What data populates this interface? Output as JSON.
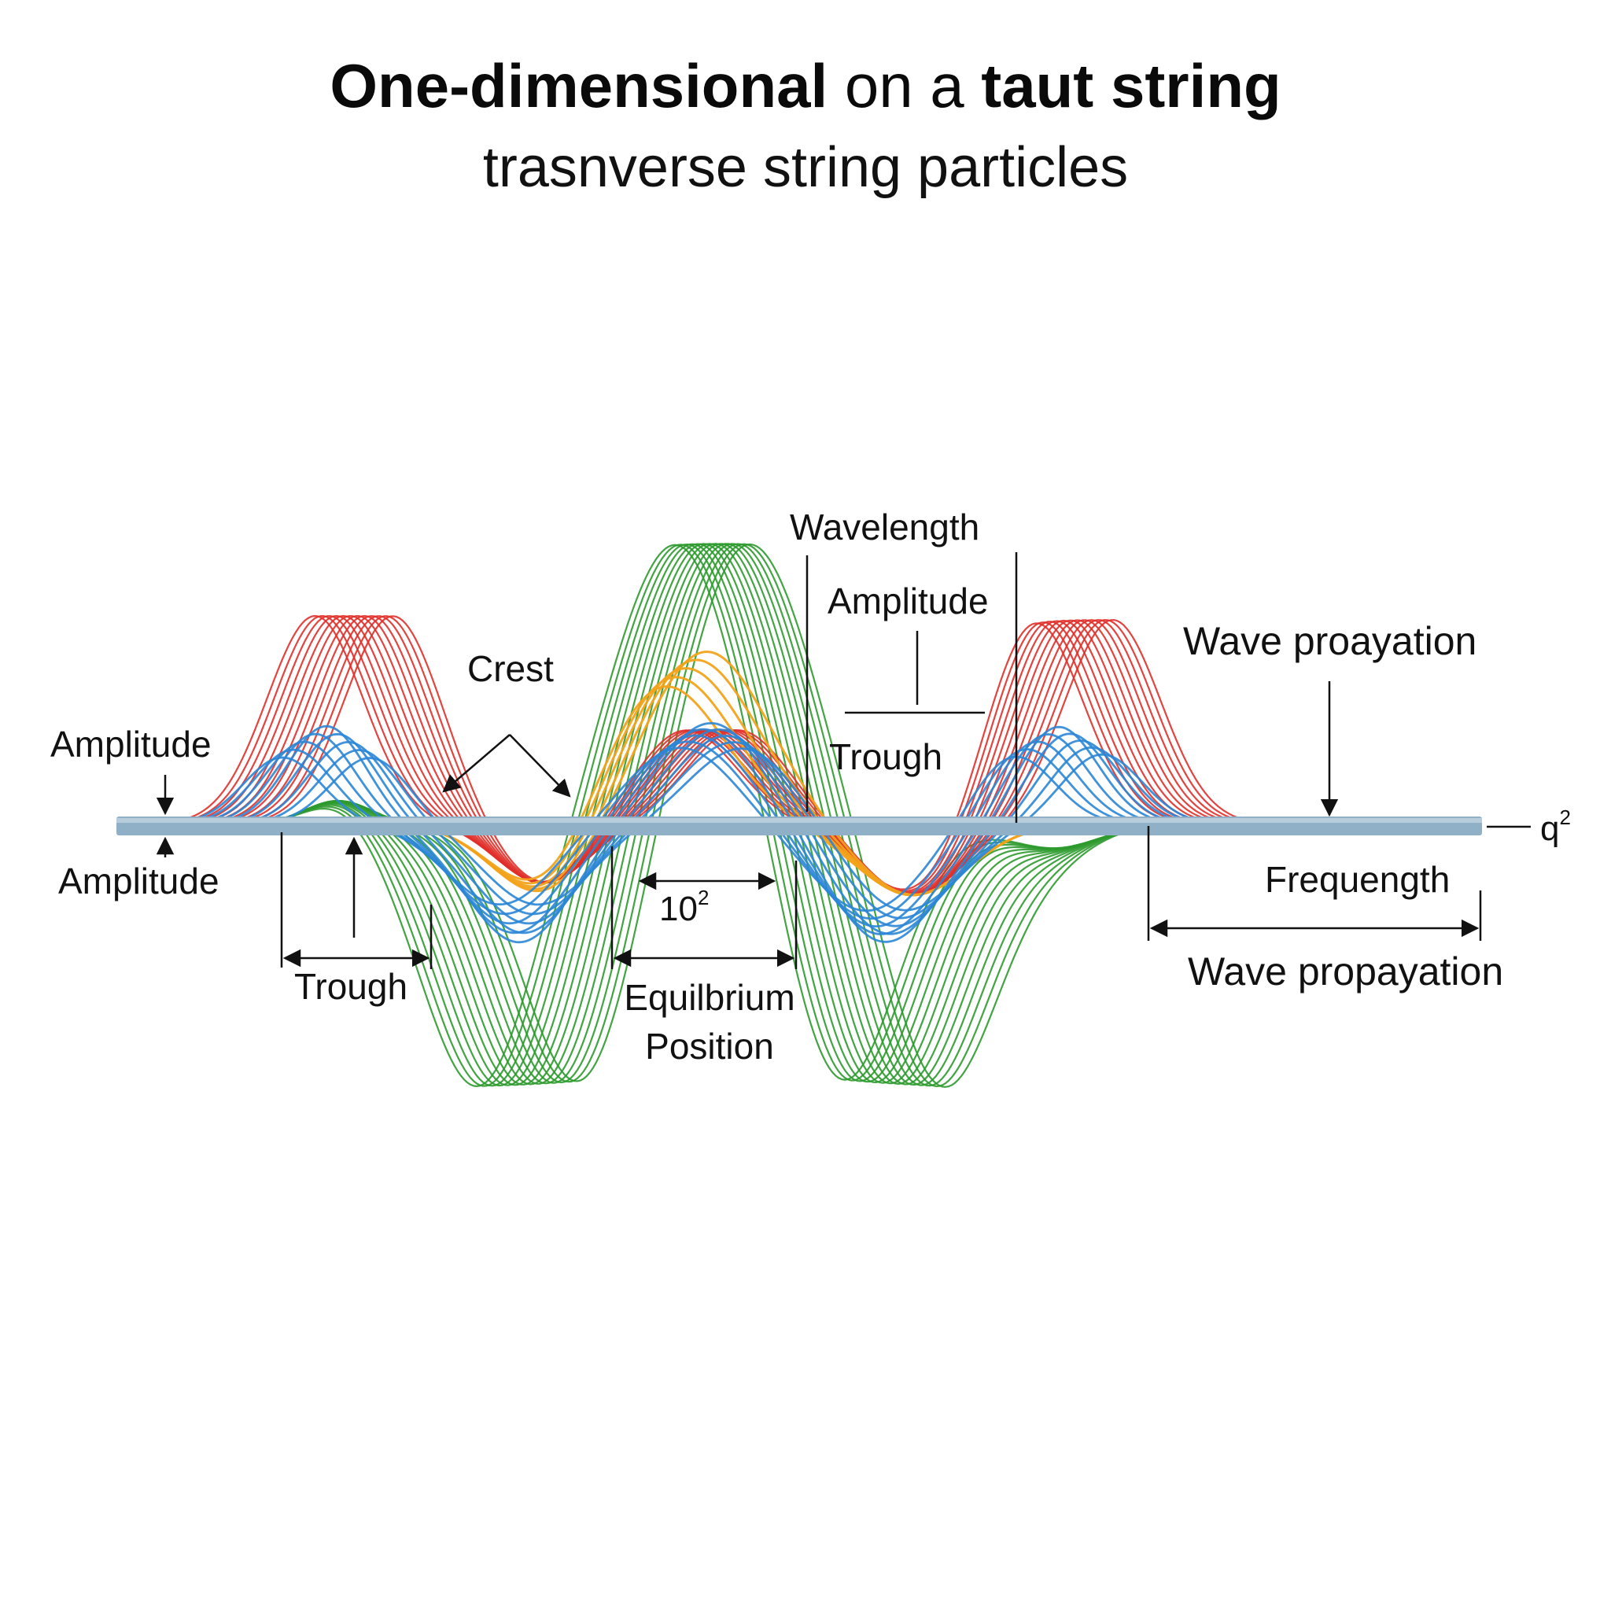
{
  "title": {
    "part1": "One-dimensional",
    "part2": "on a",
    "part3": "taut string",
    "subtitle": "trasnverse string particles"
  },
  "labels": {
    "amplitude_left_top": "Amplitude",
    "amplitude_left_bottom": "Amplitude",
    "trough_left": "Trough",
    "crest": "Crest",
    "wavelength": "Wavelength",
    "amplitude_mid": "Amplitude",
    "trough_mid": "Trough",
    "wave_propagation_top": "Wave proayation",
    "q_base": "q",
    "q_exp": "2",
    "ten_base": "10",
    "ten_exp": "2",
    "equilibrium_line1": "Equilbrium",
    "equilibrium_line2": "Position",
    "frequength": "Frequength",
    "wave_propagation_bottom": "Wave propayation"
  },
  "colors": {
    "string": "#8fb0c6",
    "red": "#e0302a",
    "green": "#2e9a2e",
    "blue": "#2b86d6",
    "orange": "#f2a31b"
  }
}
